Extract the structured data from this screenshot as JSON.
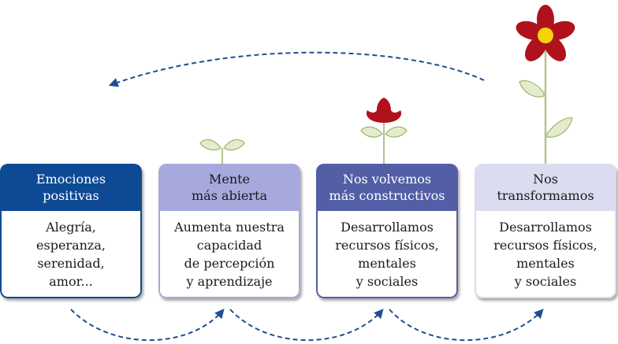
{
  "cards": [
    {
      "title": "Emociones\npositivas",
      "body": "Alegría,\nesperanza,\nserenidad,\namor..."
    },
    {
      "title": "Mente\nmás abierta",
      "body": "Aumenta nuestra\ncapacidad\nde percepción\ny aprendizaje"
    },
    {
      "title": "Nos volvemos\nmás constructivos",
      "body": "Desarrollamos\nrecursos físicos,\nmentales\ny sociales"
    },
    {
      "title": "Nos\ntransformamos",
      "body": "Desarrollamos\nrecursos físicos,\nmentales\ny sociales"
    }
  ],
  "colors": {
    "arrow": "#1f4e92",
    "leaf_fill": "#e3eccb",
    "leaf_stroke": "#9fb56a",
    "petal": "#b0121b",
    "flower_center": "#f6d20a"
  },
  "icons": [
    "seedling-icon",
    "small-flower-icon",
    "large-flower-icon"
  ]
}
